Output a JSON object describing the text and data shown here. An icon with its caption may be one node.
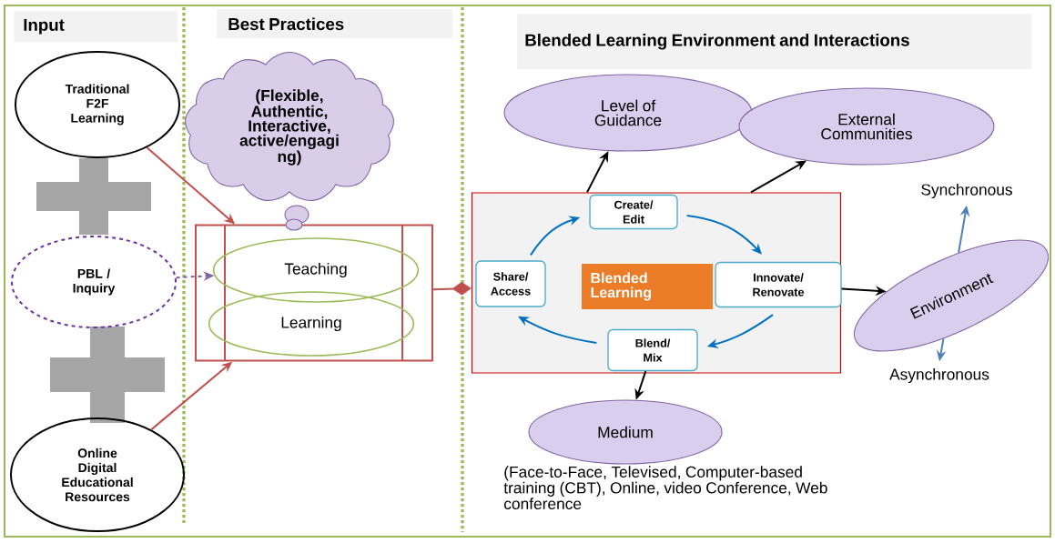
{
  "diagram": {
    "nodes": [
      {
        "text": [
          "Input"
        ]
      },
      {
        "text": [
          "Best Practices"
        ]
      },
      {
        "text": [
          "Blended Learning Environment and Interactions"
        ]
      },
      {
        "text": [
          "Traditional F2F Learning"
        ]
      },
      {
        "text": [
          "PBL / Inquiry"
        ]
      },
      {
        "text": [
          "Online Digital Educational Resources"
        ]
      },
      {
        "text": [
          "(Flexible, Authentic, Interactive, active/engagi ng)"
        ]
      },
      {
        "text": [],
        "shape": "box"
      },
      {
        "text": [
          "Teaching"
        ],
        "in": 7
      },
      {
        "text": [
          "Learning"
        ],
        "in": 7
      },
      {
        "text": [],
        "shape": "box"
      },
      {
        "text": [
          "Create/ Edit"
        ],
        "in": 10
      },
      {
        "text": [
          "Share/ Access"
        ],
        "in": 10
      },
      {
        "text": [
          "Blended Learning"
        ],
        "in": 10
      },
      {
        "text": [
          "Innovate/ Renovate"
        ],
        "in": 10
      },
      {
        "text": [
          "Blend/ Mix"
        ],
        "in": 10
      },
      {
        "text": [
          "Level of Guidance"
        ]
      },
      {
        "text": [
          "External Communities"
        ]
      },
      {
        "text": [
          "Environment"
        ]
      },
      {
        "text": [
          "Medium"
        ],
        "beside": [
          "(Face-to-Face, Televised, Computer-based training (CBT), Online, video Conference, Web conference"
        ]
      },
      {
        "text": [
          "Synchronous"
        ]
      },
      {
        "text": [
          "Asynchronous"
        ]
      }
    ],
    "edges": [
      {
        "from": 3,
        "to": 7,
        "arrow": "to",
        "color": "#c0504d"
      },
      {
        "from": 4,
        "to": 8,
        "arrow": "to",
        "style": "dashed",
        "color": "#8064a2"
      },
      {
        "from": 5,
        "to": 7,
        "arrow": "to",
        "color": "#c0504d"
      },
      {
        "from": 7,
        "to": 10,
        "arrow": "other",
        "color": "#c0504d"
      },
      {
        "from": 10,
        "to": 16,
        "arrow": "to"
      },
      {
        "from": 10,
        "to": 17,
        "arrow": "to"
      },
      {
        "from": 12,
        "to": 11,
        "arrow": "to",
        "color": "#0070c0"
      },
      {
        "from": 11,
        "to": 14,
        "arrow": "to",
        "color": "#0070c0"
      },
      {
        "from": 14,
        "to": 15,
        "arrow": "to",
        "color": "#0070c0"
      },
      {
        "from": 15,
        "to": 12,
        "arrow": "to",
        "color": "#0070c0"
      },
      {
        "from": 14,
        "to": 18,
        "arrow": "to"
      },
      {
        "from": 15,
        "to": 19,
        "arrow": "to"
      },
      {
        "from": 18,
        "to": 20,
        "arrow": "to",
        "color": "#4f81bd"
      },
      {
        "from": 18,
        "to": 21,
        "arrow": "to",
        "color": "#4f81bd"
      }
    ]
  }
}
